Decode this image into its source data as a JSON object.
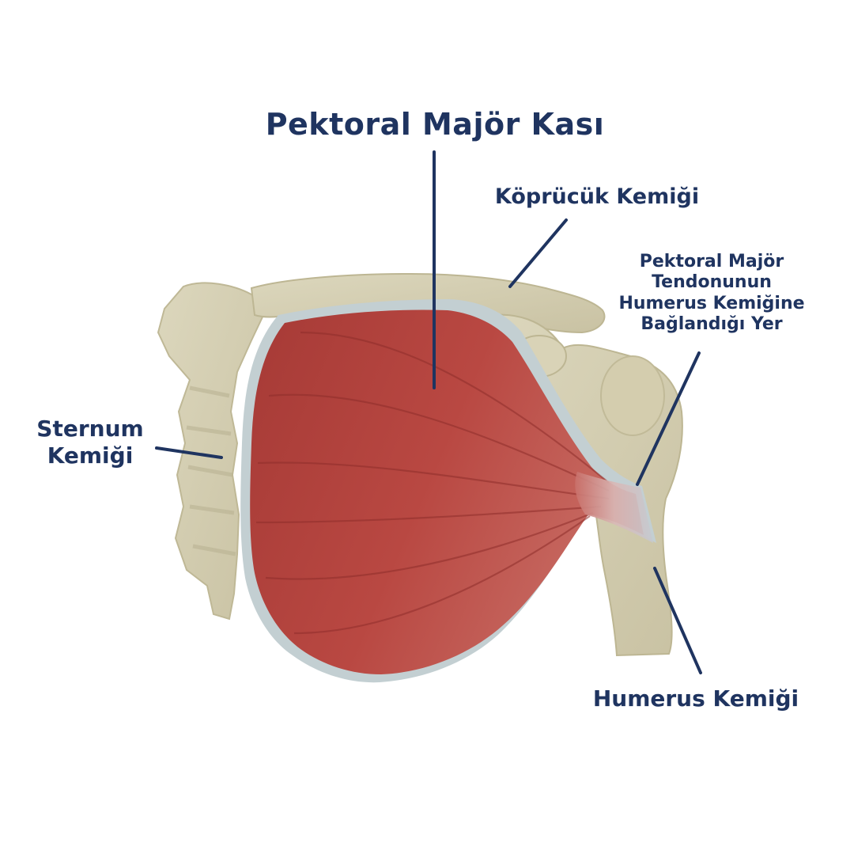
{
  "diagram": {
    "title": "Pektoral Majör Kası",
    "labels": {
      "clavicle": "Köprücük Kemiği",
      "tendon_lines": [
        "Pektoral Majör",
        "Tendonunun",
        "Humerus Kemiğine",
        "Bağlandığı Yer"
      ],
      "sternum_lines": [
        "Sternum",
        "Kemiği"
      ],
      "humerus": "Humerus Kemiği"
    },
    "colors": {
      "label_text": "#1f3460",
      "leader_line": "#1f3460",
      "bone": "#d6d0b4",
      "bone_shadow": "#bdb695",
      "muscle": "#b5433d",
      "muscle_dark": "#8f2e2b",
      "fascia": "#b8c9cc",
      "background": "#ffffff"
    }
  }
}
